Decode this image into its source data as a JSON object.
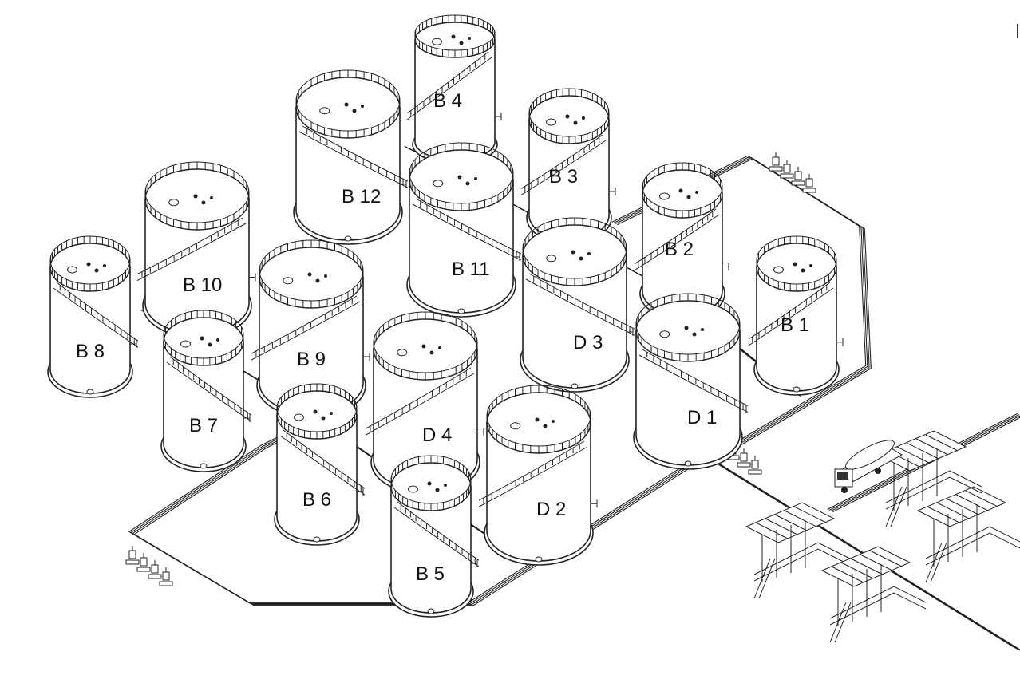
{
  "tanks": [
    {
      "id": "B4",
      "label": "B 4"
    },
    {
      "id": "B12",
      "label": "B 12"
    },
    {
      "id": "B3",
      "label": "B 3"
    },
    {
      "id": "B11",
      "label": "B 11"
    },
    {
      "id": "B10",
      "label": "B 10"
    },
    {
      "id": "B2",
      "label": "B 2"
    },
    {
      "id": "B8",
      "label": "B 8"
    },
    {
      "id": "B9",
      "label": "B 9"
    },
    {
      "id": "D3",
      "label": "D 3"
    },
    {
      "id": "B1",
      "label": "B 1"
    },
    {
      "id": "B7",
      "label": "B 7"
    },
    {
      "id": "D4",
      "label": "D 4"
    },
    {
      "id": "D1",
      "label": "D 1"
    },
    {
      "id": "B6",
      "label": "B 6"
    },
    {
      "id": "D2",
      "label": "D 2"
    },
    {
      "id": "B5",
      "label": "B 5"
    }
  ]
}
